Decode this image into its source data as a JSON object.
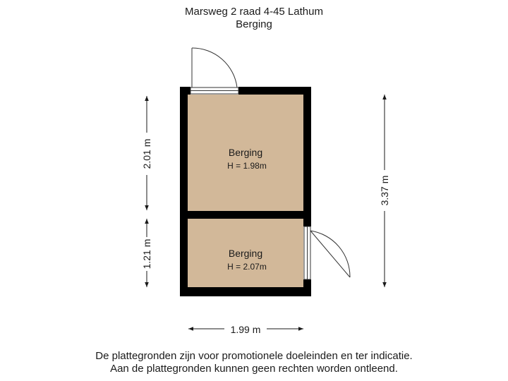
{
  "header": {
    "address": "Marsweg 2 raad 4-45 Lathum",
    "floor_name": "Berging"
  },
  "rooms": [
    {
      "name": "Berging",
      "height": "H = 1.98m"
    },
    {
      "name": "Berging",
      "height": "H = 2.07m"
    }
  ],
  "dimensions": {
    "left_top": "2.01 m",
    "left_bottom": "1.21 m",
    "right": "3.37 m",
    "bottom": "1.99 m"
  },
  "footer": {
    "line1": "De plattegronden zijn voor promotionele doeleinden en ter indicatie.",
    "line2": "Aan de plattegronden kunnen geen rechten worden ontleend."
  },
  "colors": {
    "floor": "#d2b899",
    "wall": "#000000",
    "dimension_line": "#1a1a1a"
  }
}
